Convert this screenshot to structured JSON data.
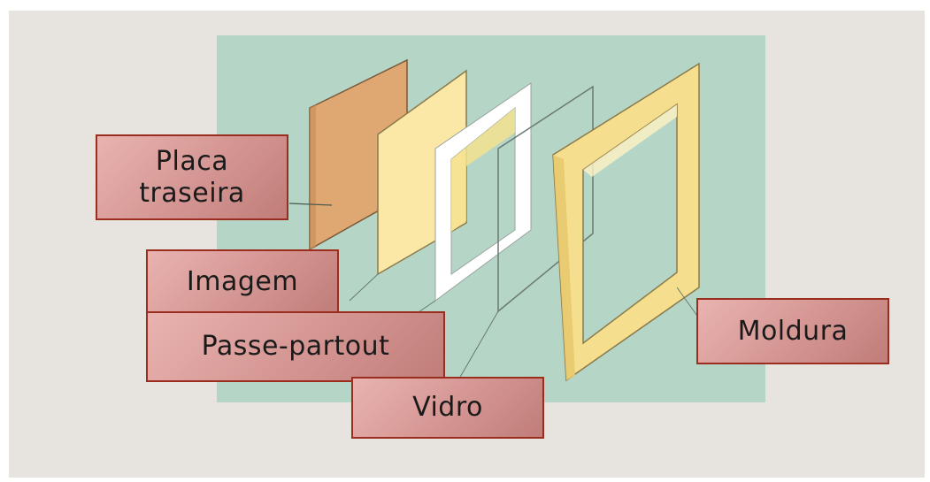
{
  "labels": {
    "placa_line1": "Placa",
    "placa_line2": "traseira",
    "imagem": "Imagem",
    "passe_partout": "Passe-partout",
    "vidro": "Vidro",
    "moldura": "Moldura"
  },
  "colors": {
    "slide_background": "#e7e3df",
    "illustration_background": "#b5d5c6",
    "label_border": "#9b2d1e",
    "label_fill": "#d49592",
    "backboard": "#dfa772",
    "image_panel": "#fbe7a6",
    "mat": "#ffffff",
    "frame": "#f5df8f"
  }
}
